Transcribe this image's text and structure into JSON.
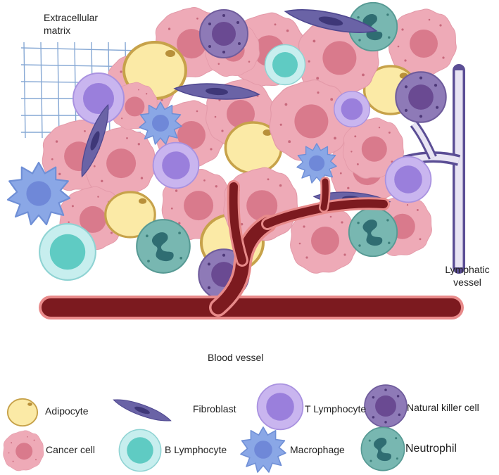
{
  "labels": {
    "extracellular_matrix_line1": "Extracellular",
    "extracellular_matrix_line2": "matrix",
    "lymphatic_vessel_line1": "Lymphatic",
    "lymphatic_vessel_line2": "vessel",
    "blood_vessel": "Blood vessel"
  },
  "legend": [
    {
      "name": "Adipocyte",
      "icon": "adipocyte-icon"
    },
    {
      "name": "Fibroblast",
      "icon": "fibroblast-icon"
    },
    {
      "name": "T Lymphocyte",
      "icon": "t-lymphocyte-icon"
    },
    {
      "name": "Natural killer cell",
      "icon": "nk-cell-icon"
    },
    {
      "name": "Cancer cell",
      "icon": "cancer-cell-icon"
    },
    {
      "name": "B Lymphocyte",
      "icon": "b-lymphocyte-icon"
    },
    {
      "name": "Macrophage",
      "icon": "macrophage-icon"
    },
    {
      "name": "Neutrophil",
      "icon": "neutrophil-icon"
    }
  ],
  "colors": {
    "cancer": "#eeaab7",
    "cancer_nucleus": "#d97a8c",
    "adipocyte": "#fbeaa6",
    "fibroblast": "#6a63a6",
    "t_cell": "#c9b5ef",
    "t_nucleus": "#9a7fdc",
    "nk_cell": "#8e7ab7",
    "nk_nucleus": "#6a4a92",
    "b_cell": "#aee5e5",
    "b_nucleus": "#5fcbc3",
    "macrophage": "#8aa7e6",
    "neutrophil": "#78b7b1",
    "neutrophil_nucleus": "#2f6d72",
    "blood": "#7c1a1f",
    "lymph": "#5b4e95",
    "ecm": "#7a9fd0"
  }
}
